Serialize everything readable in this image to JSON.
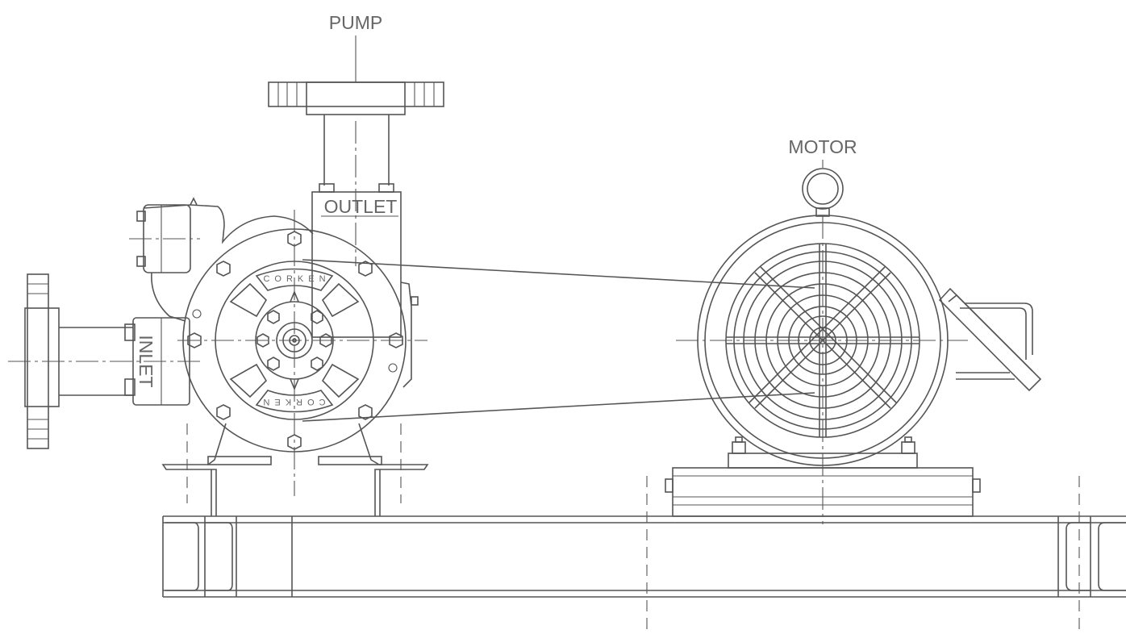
{
  "labels": {
    "pump": "PUMP",
    "motor": "MOTOR",
    "outlet": "OUTLET",
    "inlet": "INLET"
  },
  "brand": {
    "top": "CORKEN",
    "bottom": "CORKEN"
  },
  "colors": {
    "line": "#555555",
    "text": "#666666",
    "background": "#ffffff"
  }
}
